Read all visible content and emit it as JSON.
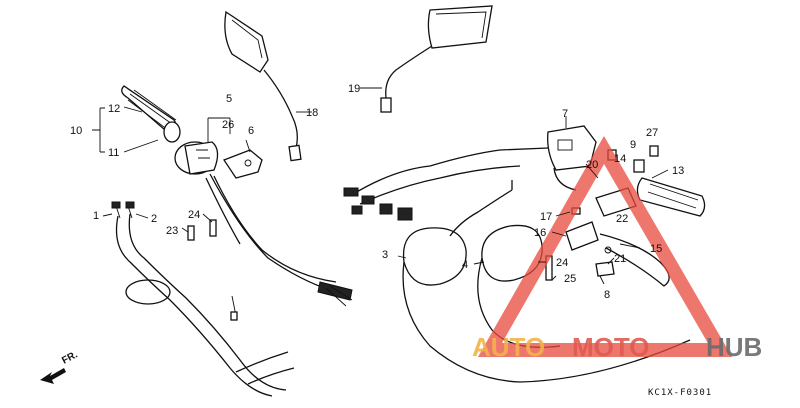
{
  "diagram": {
    "callouts": [
      {
        "id": "c1",
        "text": "1"
      },
      {
        "id": "c2",
        "text": "2"
      },
      {
        "id": "c3",
        "text": "3"
      },
      {
        "id": "c4",
        "text": "4"
      },
      {
        "id": "c5",
        "text": "5"
      },
      {
        "id": "c6",
        "text": "6"
      },
      {
        "id": "c7",
        "text": "7"
      },
      {
        "id": "c8",
        "text": "8"
      },
      {
        "id": "c9",
        "text": "9"
      },
      {
        "id": "c10",
        "text": "10"
      },
      {
        "id": "c11",
        "text": "11"
      },
      {
        "id": "c12",
        "text": "12"
      },
      {
        "id": "c13",
        "text": "13"
      },
      {
        "id": "c14",
        "text": "14"
      },
      {
        "id": "c15",
        "text": "15"
      },
      {
        "id": "c16",
        "text": "16"
      },
      {
        "id": "c17",
        "text": "17"
      },
      {
        "id": "c18",
        "text": "18"
      },
      {
        "id": "c19",
        "text": "19"
      },
      {
        "id": "c20",
        "text": "20"
      },
      {
        "id": "c21",
        "text": "21"
      },
      {
        "id": "c22",
        "text": "22"
      },
      {
        "id": "c23",
        "text": "23"
      },
      {
        "id": "c24a",
        "text": "24"
      },
      {
        "id": "c24b",
        "text": "24"
      },
      {
        "id": "c25",
        "text": "25"
      },
      {
        "id": "c26",
        "text": "26"
      },
      {
        "id": "c27",
        "text": "27"
      }
    ],
    "direction_label": "FR.",
    "diagram_code": "KC1X-F0301"
  },
  "watermark": {
    "part1": "AUTO",
    "part2": "MOTO",
    "part3": "HUB",
    "colors": {
      "auto": "#f2b24a",
      "moto": "#e05a4e",
      "hub": "#6b6b6b",
      "triangle": "#e84a3c"
    }
  }
}
